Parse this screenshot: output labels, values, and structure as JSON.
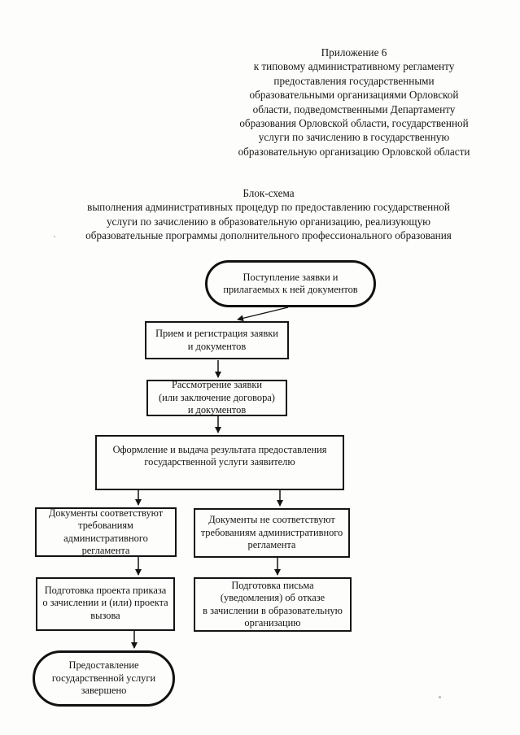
{
  "page": {
    "header": "Приложение 6\nк типовому административному регламенту\nпредоставления государственными\nобразовательными организациями Орловской\nобласти, подведомственными Департаменту\nобразования Орловской области, государственной\nуслуги по зачислению в государственную\nобразовательную организацию Орловской области",
    "title": "Блок-схема\nвыполнения административных процедур по предоставлению государственной\nуслуги по зачислению в образовательную организацию, реализующую\nобразовательные программы дополнительного профессионального образования"
  },
  "flowchart": {
    "start": {
      "shape": "terminator",
      "text": "Поступление заявки и\nприлагаемых к ней документов"
    },
    "reception": {
      "shape": "process",
      "text": "Прием и регистрация заявки\nи документов"
    },
    "review": {
      "shape": "process",
      "text": "Рассмотрение заявки\n(или заключение договора)\nи документов"
    },
    "result": {
      "shape": "process",
      "text": "Оформление и выдача результата предоставления\nгосударственной услуги заявителю"
    },
    "docs_match": {
      "shape": "process",
      "text": "Документы соответствуют\nтребованиям административного\nрегламента"
    },
    "docs_no_match": {
      "shape": "process",
      "text": "Документы не соответствуют\nтребованиям административного\nрегламента"
    },
    "draft_order": {
      "shape": "process",
      "text": "Подготовка проекта приказа\nо зачислении и (или) проекта\nвызова"
    },
    "refusal_letter": {
      "shape": "process",
      "text": "Подготовка письма\n(уведомления) об отказе\nв зачислении в образовательную\nорганизацию"
    },
    "end": {
      "shape": "terminator",
      "text": "Предоставление\nгосударственной услуги\nзавершено"
    }
  },
  "colors": {
    "ink": "#141414",
    "paper": "#fdfdfc"
  }
}
